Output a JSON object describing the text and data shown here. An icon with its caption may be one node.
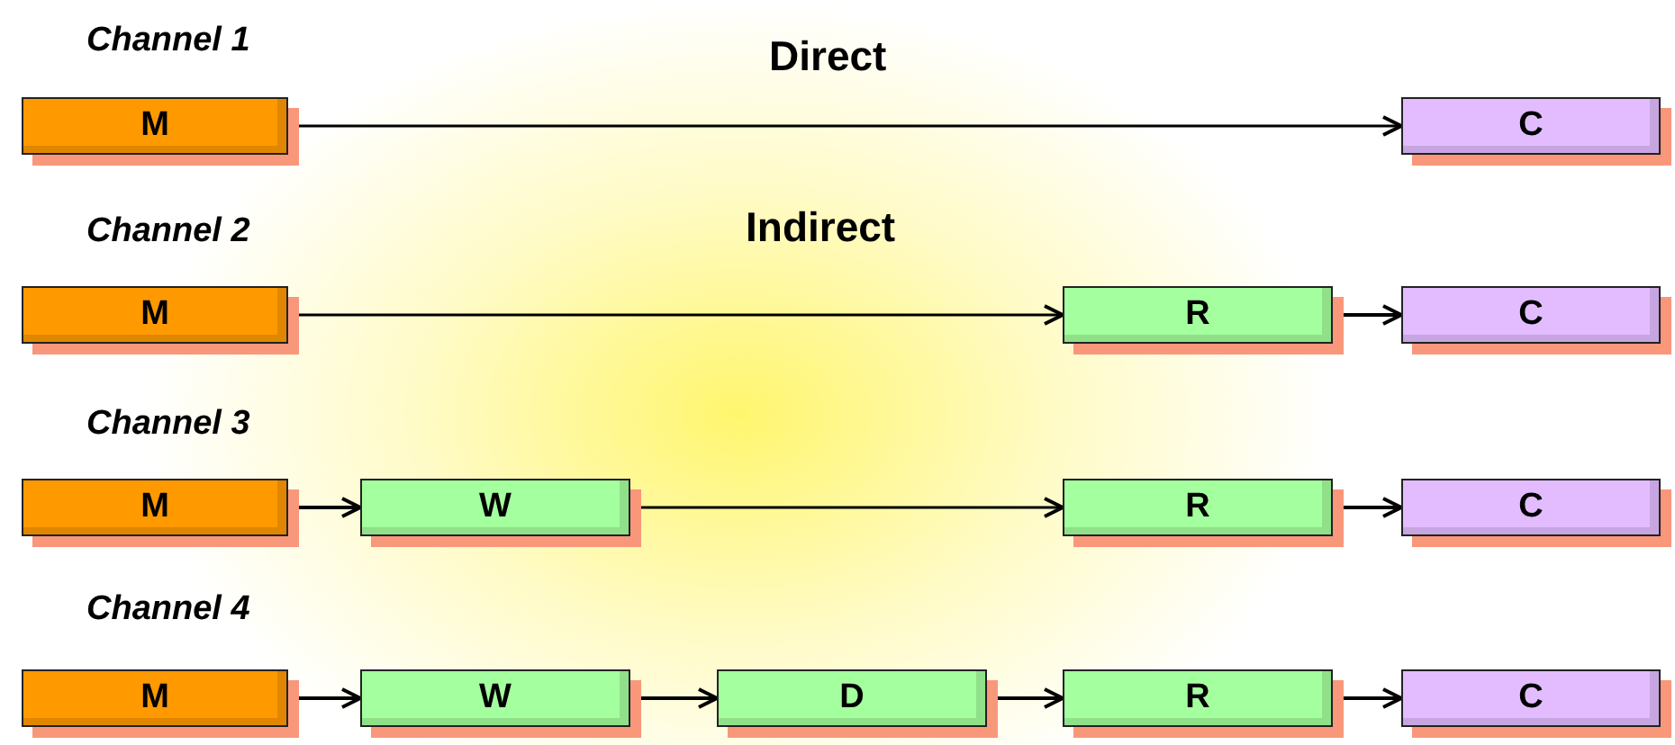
{
  "diagram": {
    "nodes": [
      {
        "text": [
          "M"
        ]
      },
      {
        "text": [
          "C"
        ]
      },
      {
        "text": [
          "M"
        ]
      },
      {
        "text": [
          "R"
        ]
      },
      {
        "text": [
          "C"
        ]
      },
      {
        "text": [
          "M"
        ]
      },
      {
        "text": [
          "W"
        ]
      },
      {
        "text": [
          "R"
        ]
      },
      {
        "text": [
          "C"
        ]
      },
      {
        "text": [
          "M"
        ]
      },
      {
        "text": [
          "W"
        ]
      },
      {
        "text": [
          "D"
        ]
      },
      {
        "text": [
          "R"
        ]
      },
      {
        "text": [
          "C"
        ]
      }
    ],
    "edges": [
      {
        "from": 0,
        "to": 1,
        "arrow": "to"
      },
      {
        "from": 2,
        "to": 3,
        "arrow": "to"
      },
      {
        "from": 3,
        "to": 4,
        "arrow": "to"
      },
      {
        "from": 5,
        "to": 6,
        "arrow": "to"
      },
      {
        "from": 6,
        "to": 7,
        "arrow": "to"
      },
      {
        "from": 7,
        "to": 8,
        "arrow": "to"
      },
      {
        "from": 9,
        "to": 10,
        "arrow": "to"
      },
      {
        "from": 10,
        "to": 11,
        "arrow": "to"
      },
      {
        "from": 11,
        "to": 12,
        "arrow": "to"
      },
      {
        "from": 12,
        "to": 13,
        "arrow": "to"
      }
    ],
    "labels": [
      "Channel 1",
      "Direct",
      "Channel 2",
      "Indirect",
      "Channel 3",
      "Channel 4"
    ]
  }
}
